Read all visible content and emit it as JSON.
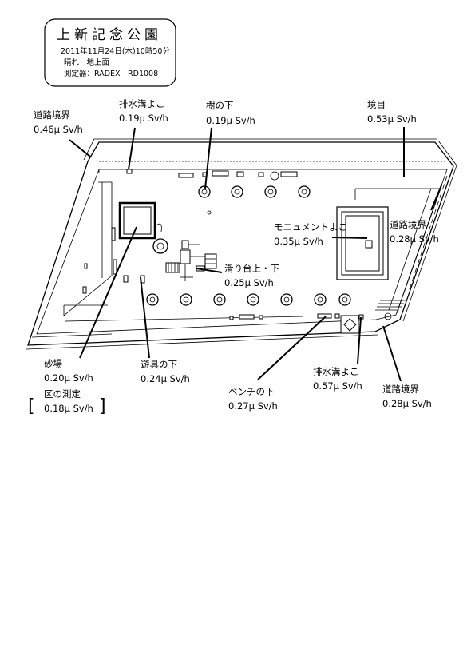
{
  "header": {
    "title": "上新記念公園",
    "datetime": "2011年11月24日(木)10時50分",
    "weather": "晴れ　地上面",
    "instrument": "測定器：RADEX　RD1008"
  },
  "measurements": [
    {
      "id": "road-boundary-nw",
      "place": "道路境界",
      "value": "0.46μ Sv/h"
    },
    {
      "id": "drain-north",
      "place": "排水溝よこ",
      "value": "0.19μ Sv/h"
    },
    {
      "id": "under-tree",
      "place": "樹の下",
      "value": "0.19μ Sv/h"
    },
    {
      "id": "boundary-ne",
      "place": "境目",
      "value": "0.53μ Sv/h"
    },
    {
      "id": "road-boundary-east",
      "place": "道路境界",
      "value": "0.28μ Sv/h"
    },
    {
      "id": "monument",
      "place": "モニュメントよこ",
      "value": "0.35μ Sv/h"
    },
    {
      "id": "slide",
      "place": "滑り台上・下",
      "value": "0.25μ Sv/h"
    },
    {
      "id": "sandbox",
      "place": "砂場",
      "value": "0.20μ Sv/h"
    },
    {
      "id": "play-equipment",
      "place": "遊具の下",
      "value": "0.24μ Sv/h"
    },
    {
      "id": "bench",
      "place": "ベンチの下",
      "value": "0.27μ Sv/h"
    },
    {
      "id": "drain-south",
      "place": "排水溝よこ",
      "value": "0.57μ Sv/h"
    },
    {
      "id": "road-boundary-se",
      "place": "道路境界",
      "value": "0.28μ Sv/h"
    }
  ],
  "ward_measurement": {
    "place": "区の測定",
    "value": "0.18μ Sv/h"
  }
}
